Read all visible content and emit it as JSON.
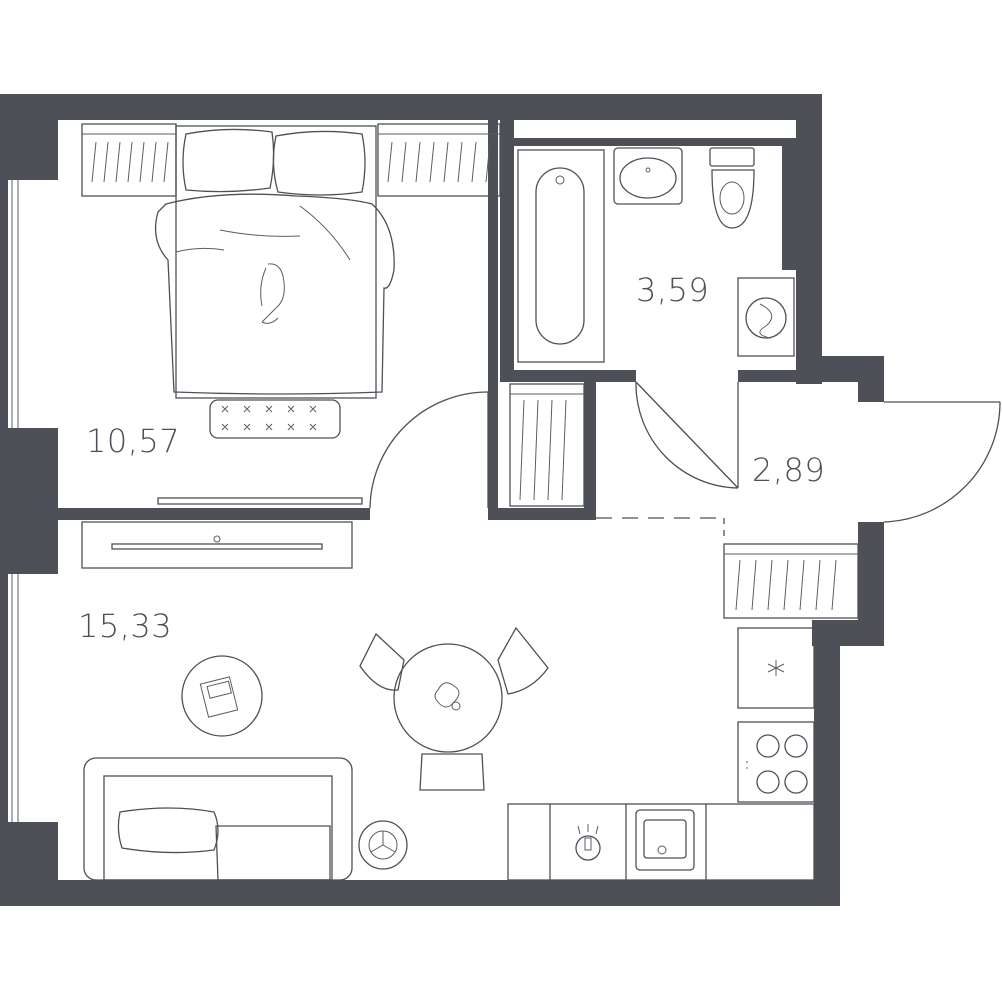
{
  "rooms": {
    "bedroom": {
      "area": "10,57"
    },
    "bathroom": {
      "area": "3,59"
    },
    "hallway": {
      "area": "2,89"
    },
    "living": {
      "area": "15,33"
    }
  },
  "colors": {
    "wall": "#4d5057",
    "background": "#ffffff"
  }
}
